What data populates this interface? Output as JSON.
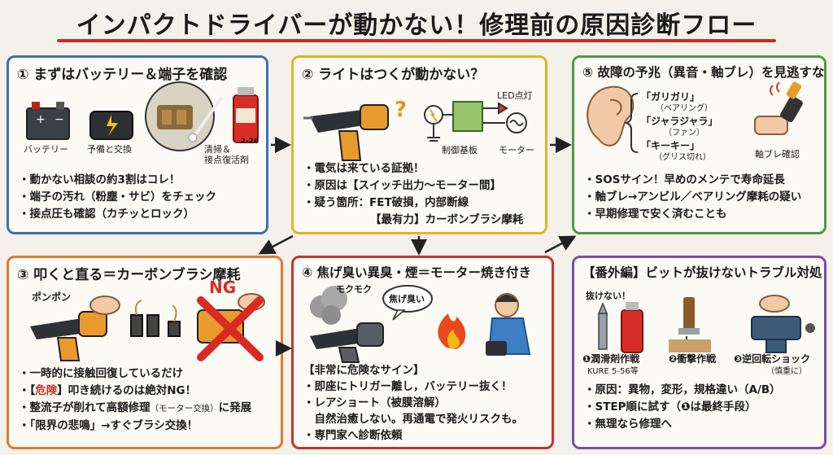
{
  "title": "インパクトドライバーが動かない！修理前の原因診断フロー",
  "panels": {
    "p1": {
      "title": "① まずはバッテリー＆端子を確認",
      "labels": {
        "battery": "バッテリー",
        "spare": "予備と交換",
        "clean1": "清掃＆",
        "clean2": "接点復活剤",
        "can": "2-26"
      },
      "bullets": [
        "・動かない相談の約3割はコレ！",
        "・端子の汚れ（粉塵・サビ）をチェック",
        "・接点圧も確認（カチッとロック）"
      ]
    },
    "p2": {
      "title": "② ライトはつくが動かない？",
      "labels": {
        "led": "LED点灯",
        "board": "制御基板",
        "motor": "モーター"
      },
      "bullets": [
        "・電気は来ている証拠！",
        "・原因は【スイッチ出力～モーター間】",
        "・疑う箇所：FET破損，内部断線"
      ],
      "bullet_extra": "【最有力】カーボンブラシ摩耗"
    },
    "p3": {
      "title": "⑤ 故障の予兆（異音・軸ブレ）を見逃すな",
      "sounds": [
        {
          "sound": "「ガリガリ」",
          "part": "（ベアリング）"
        },
        {
          "sound": "「ジャラジャラ」",
          "part": "（ファン）"
        },
        {
          "sound": "「キーキー」",
          "part": "（グリス切れ）"
        }
      ],
      "labels": {
        "wobble": "軸ブレ確認"
      },
      "bullets": [
        "・SOSサイン！早めのメンテで寿命延長",
        "・軸ブレ→アンビル／ベアリング摩耗の疑い",
        "・早期修理で安く済むことも"
      ]
    },
    "p4": {
      "title": "③ 叩くと直る＝カーボンブラシ摩耗",
      "labels": {
        "pon": "ポンポン",
        "ng": "NG"
      },
      "bullet1": "・一時的に接触回復しているだけ",
      "bullet2_pre": "・【",
      "bullet2_danger": "危険",
      "bullet2_post": "】叩き続けるのは絶対NG！",
      "bullet3_main": "・整流子が削れて高額修理",
      "bullet3_small": "（モーター交換）",
      "bullet3_end": "に発展",
      "bullet4": "・「限界の悲鳴」→すぐブラシ交換！"
    },
    "p5": {
      "title": "④ 焦げ臭い異臭・煙＝モーター焼き付き",
      "labels": {
        "smoke": "モクモク",
        "smell": "焦げ臭い"
      },
      "bullets": [
        "【非常に危険なサイン】",
        "・即座にトリガー離し，バッテリー抜く！",
        "・レアショート（被膜溶解）",
        "　自然治癒しない。再通電で発火リスクも。",
        "・専門家へ診断依頼"
      ]
    },
    "p6": {
      "title": "【番外編】ビットが抜けないトラブル対処",
      "labels": {
        "stuck": "抜けない！",
        "step1": "❶潤滑剤作戦",
        "step1_sub": "KURE 5-56等",
        "step2": "❷衝撃作戦",
        "step3": "❸逆回転ショック",
        "step3_sub": "（慎重に）"
      },
      "bullets": [
        "・原因：異物，変形，規格違い（A/B）",
        "・STEP順に試す（❶は最終手段）",
        "・無理なら修理へ"
      ]
    }
  },
  "colors": {
    "blue": "#3d6fb6",
    "yellow": "#e0b521",
    "green": "#4c9a4a",
    "orange": "#e0792e",
    "red": "#c8312a",
    "purple": "#7a4ea6"
  }
}
